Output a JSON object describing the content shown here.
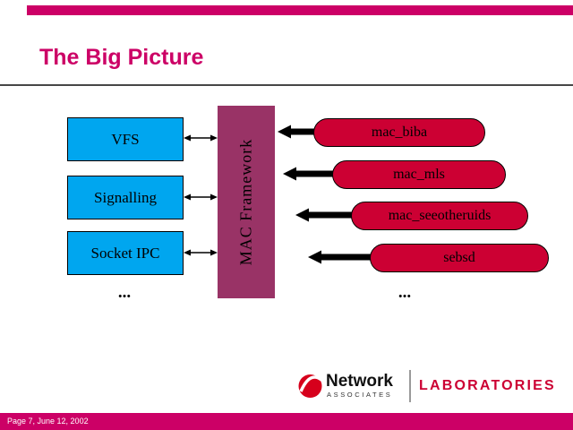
{
  "header": {
    "title": "The Big Picture"
  },
  "left_column": {
    "boxes": [
      {
        "label": "VFS"
      },
      {
        "label": "Signalling"
      },
      {
        "label": "Socket IPC"
      }
    ],
    "ellipsis": "..."
  },
  "framework": {
    "label": "MAC Framework"
  },
  "right_column": {
    "pills": [
      {
        "label": "mac_biba"
      },
      {
        "label": "mac_mls"
      },
      {
        "label": "mac_seeotheruids"
      },
      {
        "label": "sebsd"
      }
    ],
    "ellipsis": "..."
  },
  "logo": {
    "brand": "Network",
    "brand_sub": "ASSOCIATES",
    "laboratories": "LABORATORIES"
  },
  "footer": {
    "text": "Page 7,  June 12, 2002"
  },
  "colors": {
    "accent_magenta": "#cc0066",
    "box_cyan": "#00a6ef",
    "framework_plum": "#993366",
    "pill_crimson": "#cc0033",
    "logo_red": "#d6001c"
  }
}
